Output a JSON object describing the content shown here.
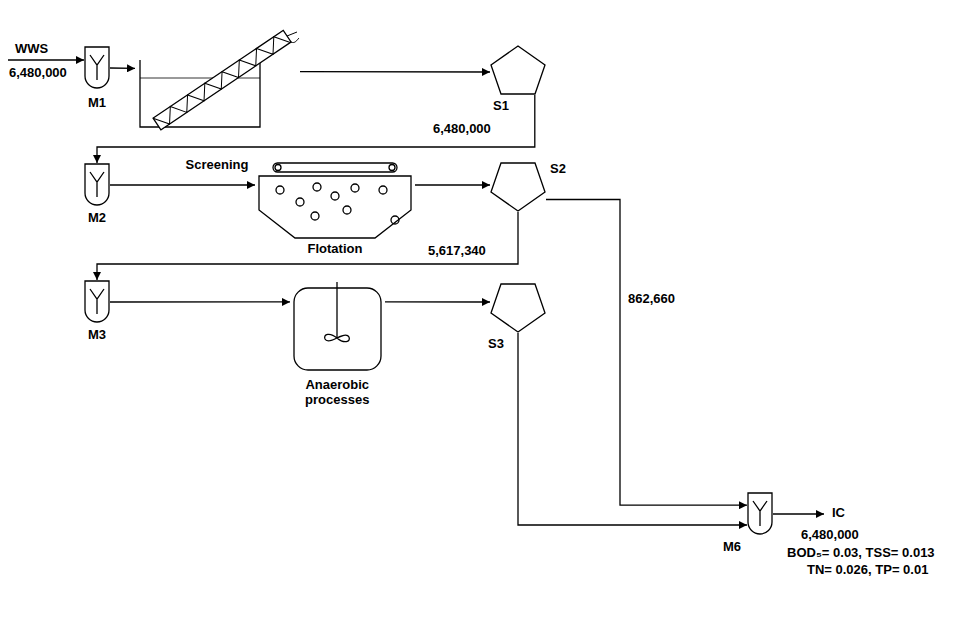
{
  "diagram": {
    "nodes": [
      {
        "text": [
          "M1"
        ]
      },
      {
        "text": [
          "Screening"
        ]
      },
      {
        "text": [
          "S1"
        ]
      },
      {
        "text": [
          "M2"
        ]
      },
      {
        "text": [
          "Flotation"
        ]
      },
      {
        "text": [
          "S2"
        ]
      },
      {
        "text": [
          "M3"
        ]
      },
      {
        "text": [
          "Anaerobic processes"
        ]
      },
      {
        "text": [
          "S3"
        ]
      },
      {
        "text": [
          "M6"
        ]
      }
    ],
    "edges": [
      {
        "from": 0,
        "to": 1,
        "arrow": "to"
      },
      {
        "from": 1,
        "to": 2,
        "arrow": "to"
      },
      {
        "from": 2,
        "to": 3,
        "label": "6,480,000",
        "arrow": "to"
      },
      {
        "from": 3,
        "to": 4,
        "arrow": "to"
      },
      {
        "from": 4,
        "to": 5,
        "arrow": "to"
      },
      {
        "from": 5,
        "to": 6,
        "label": "5,617,340",
        "arrow": "to"
      },
      {
        "from": 5,
        "to": 9,
        "label": "862,660",
        "arrow": "to"
      },
      {
        "from": 6,
        "to": 7,
        "arrow": "to"
      },
      {
        "from": 7,
        "to": 8,
        "arrow": "to"
      },
      {
        "from": 8,
        "to": 9,
        "arrow": "to"
      }
    ],
    "labels": [
      "WWS",
      "6,480,000",
      "IC",
      "6,480,000",
      "BOD₅= 0.03, TSS= 0.013",
      "TN= 0.026, TP= 0.01"
    ]
  }
}
